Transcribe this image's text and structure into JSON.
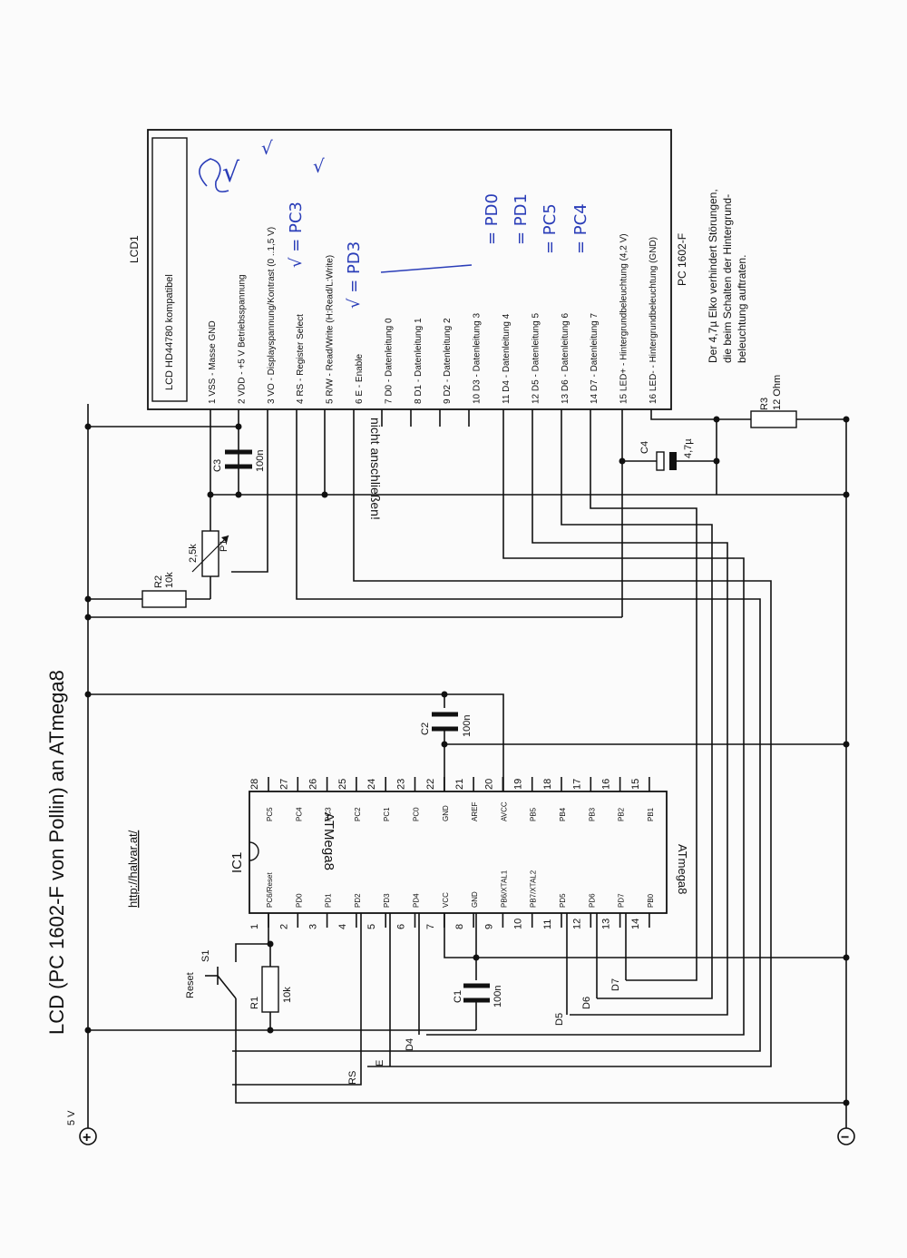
{
  "title": "LCD (PC 1602-F von Pollin) an ATmega8",
  "url": "http://halvar.at/",
  "supply": {
    "plus_label": "5 V",
    "plus_symbol": "+",
    "minus_symbol": "−"
  },
  "ic": {
    "ref": "IC1",
    "name": "ATMega8",
    "part": "ATmega8",
    "left_pins": [
      {
        "num": "1",
        "name": "PC6/Reset"
      },
      {
        "num": "2",
        "name": "PD0"
      },
      {
        "num": "3",
        "name": "PD1"
      },
      {
        "num": "4",
        "name": "PD2"
      },
      {
        "num": "5",
        "name": "PD3"
      },
      {
        "num": "6",
        "name": "PD4"
      },
      {
        "num": "7",
        "name": "VCC"
      },
      {
        "num": "8",
        "name": "GND"
      },
      {
        "num": "9",
        "name": "PB6/XTAL1"
      },
      {
        "num": "10",
        "name": "PB7/XTAL2"
      },
      {
        "num": "11",
        "name": "PD5"
      },
      {
        "num": "12",
        "name": "PD6"
      },
      {
        "num": "13",
        "name": "PD7"
      },
      {
        "num": "14",
        "name": "PB0"
      }
    ],
    "right_pins": [
      {
        "num": "28",
        "name": "PC5"
      },
      {
        "num": "27",
        "name": "PC4"
      },
      {
        "num": "26",
        "name": "PC3"
      },
      {
        "num": "25",
        "name": "PC2"
      },
      {
        "num": "24",
        "name": "PC1"
      },
      {
        "num": "23",
        "name": "PC0"
      },
      {
        "num": "22",
        "name": "GND"
      },
      {
        "num": "21",
        "name": "AREF"
      },
      {
        "num": "20",
        "name": "AVCC"
      },
      {
        "num": "19",
        "name": "PB5"
      },
      {
        "num": "18",
        "name": "PB4"
      },
      {
        "num": "17",
        "name": "PB3"
      },
      {
        "num": "16",
        "name": "PB2"
      },
      {
        "num": "15",
        "name": "PB1"
      }
    ]
  },
  "lcd": {
    "ref": "LCD1",
    "part": "PC 1602-F",
    "compat": "LCD HD44780 kompatibel",
    "pins": [
      "1 VSS - Masse GND",
      "2 VDD - +5 V Betriebsspannung",
      "3 VO - Displayspannung/Kontrast (0 ..1,5 V)",
      "4 RS - Register Select",
      "5 R/W - Read/Write (H:Read/L:Write)",
      "6 E - Enable",
      "7 D0 - Datenleitung 0",
      "8 D1 - Datenleitung 1",
      "9 D2 - Datenleitung 2",
      "10 D3 - Datenleitung 3",
      "11 D4 - Datenleitung 4",
      "12 D5 - Datenleitung 5",
      "13 D6 - Datenleitung 6",
      "14 D7 - Datenleitung 7",
      "15 LED+ - Hintergrundbeleuchtung (4,2 V)",
      "16 LED- - Hintergrundbeleuchtung (GND)"
    ],
    "not_connected": "nicht anschließen!"
  },
  "components": {
    "C1": {
      "ref": "C1",
      "value": "100n"
    },
    "C2": {
      "ref": "C2",
      "value": "100n"
    },
    "C3": {
      "ref": "C3",
      "value": "100n"
    },
    "C4": {
      "ref": "C4",
      "value": "4,7µ"
    },
    "R1": {
      "ref": "R1",
      "value": "10k"
    },
    "R2": {
      "ref": "R2",
      "value": "10k"
    },
    "R3": {
      "ref": "R3",
      "value": "12 Ohm"
    },
    "P1": {
      "ref": "P1",
      "value": "2,5k"
    },
    "S1": {
      "ref": "S1",
      "value": "Reset"
    }
  },
  "net_labels": {
    "rs": "RS",
    "e": "E",
    "d4": "D4",
    "d5": "D5",
    "d6": "D6",
    "d7": "D7"
  },
  "note": [
    "Der 4,7µ Elko verhindert Störungen,",
    "die beim Schalten der Hintergrund-",
    "beleuchtung auftraten."
  ],
  "handwritten": {
    "vdd_check": "√",
    "vo_check": "√",
    "rs": "√ = PC3",
    "rw_check": "√",
    "e": "√ = PD3",
    "d4": "= PD0",
    "d5": "= PD1",
    "d6": "= PC5",
    "d7": "= PC4"
  }
}
